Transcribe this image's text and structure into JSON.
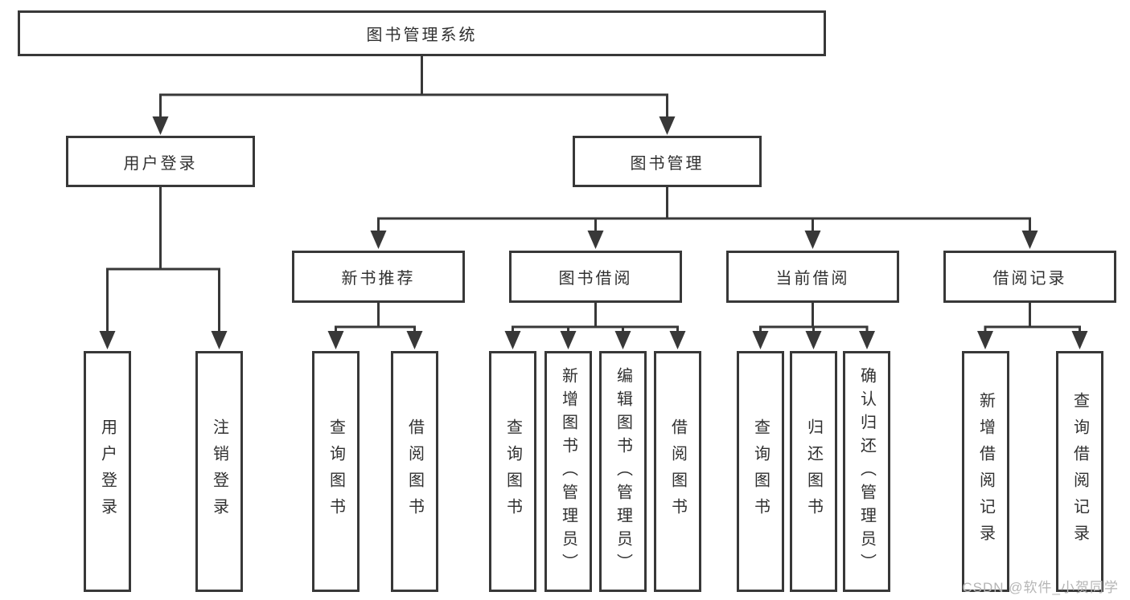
{
  "nodes": {
    "root": {
      "label": "图书管理系统"
    },
    "level2": [
      {
        "label": "用户登录"
      },
      {
        "label": "图书管理"
      }
    ],
    "level3": [
      {
        "label": "新书推荐"
      },
      {
        "label": "图书借阅"
      },
      {
        "label": "当前借阅"
      },
      {
        "label": "借阅记录"
      }
    ],
    "leaves": [
      {
        "label": "用户登录"
      },
      {
        "label": "注销登录"
      },
      {
        "label": "查询图书"
      },
      {
        "label": "借阅图书"
      },
      {
        "label": "查询图书"
      },
      {
        "label": "新增图书（管理员）"
      },
      {
        "label": "编辑图书（管理员）"
      },
      {
        "label": "借阅图书"
      },
      {
        "label": "查询图书"
      },
      {
        "label": "归还图书"
      },
      {
        "label": "确认归还（管理员）"
      },
      {
        "label": "新增借阅记录"
      },
      {
        "label": "查询借阅记录"
      }
    ]
  },
  "watermark": "CSDN @软件_小贺同学",
  "colors": {
    "line": "#383838",
    "box_border": "#383838",
    "text": "#303030",
    "watermark": "#b5b5b5",
    "background": "#ffffff"
  }
}
